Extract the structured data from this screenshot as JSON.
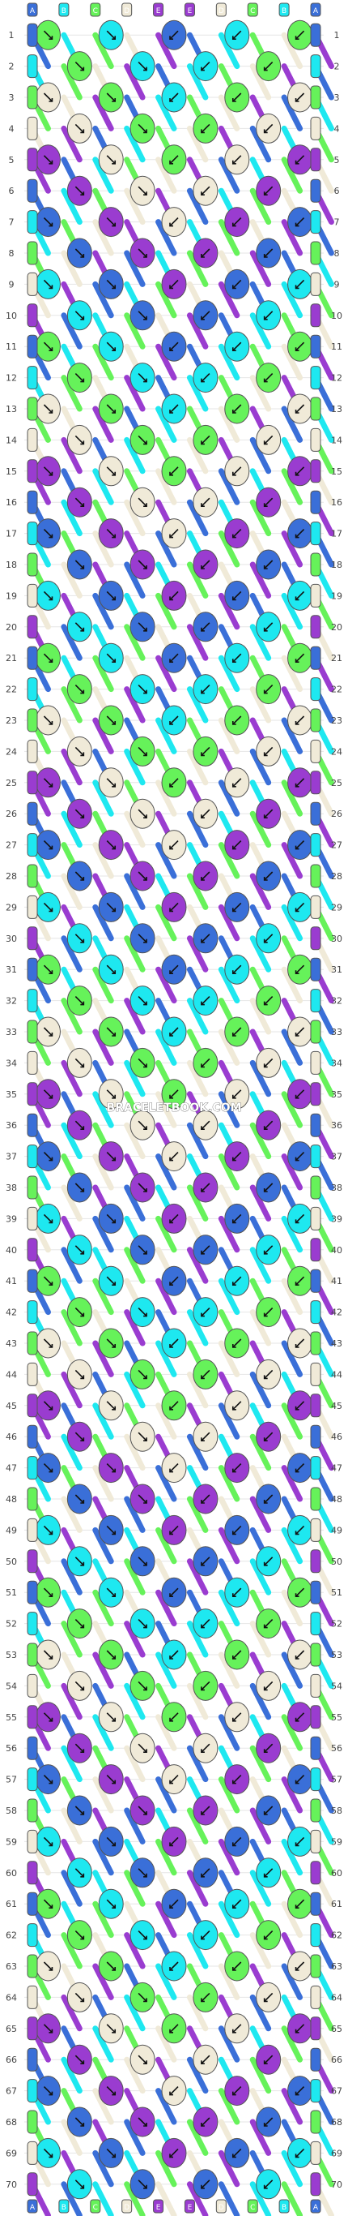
{
  "pattern": {
    "watermark": "BRACELETBOOK.COM",
    "strand_labels": [
      "A",
      "B",
      "C",
      "D",
      "E",
      "E",
      "D",
      "C",
      "B",
      "A"
    ],
    "strand_colors": [
      "#3a6fd8",
      "#1ee8f0",
      "#66f25a",
      "#f0ead8",
      "#9a3cd0",
      "#9a3cd0",
      "#f0ead8",
      "#66f25a",
      "#1ee8f0",
      "#3a6fd8"
    ],
    "colors": {
      "A": "#3a6fd8",
      "B": "#1ee8f0",
      "C": "#66f25a",
      "D": "#f0ead8",
      "E": "#9a3cd0"
    },
    "row_count": 70,
    "row_numbers": [
      "1",
      "2",
      "3",
      "4",
      "5",
      "6",
      "7",
      "8",
      "9",
      "10",
      "11",
      "12",
      "13",
      "14",
      "15",
      "16",
      "17",
      "18",
      "19",
      "20",
      "21",
      "22",
      "23",
      "24",
      "25",
      "26",
      "27",
      "28",
      "29",
      "30",
      "31",
      "32",
      "33",
      "34",
      "35",
      "36",
      "37",
      "38",
      "39",
      "40",
      "41",
      "42",
      "43",
      "44",
      "45",
      "46",
      "47",
      "48",
      "49",
      "50",
      "51",
      "52",
      "53",
      "54",
      "55",
      "56",
      "57",
      "58",
      "59",
      "60",
      "61",
      "62",
      "63",
      "64",
      "65",
      "66",
      "67",
      "68",
      "69",
      "70"
    ]
  }
}
